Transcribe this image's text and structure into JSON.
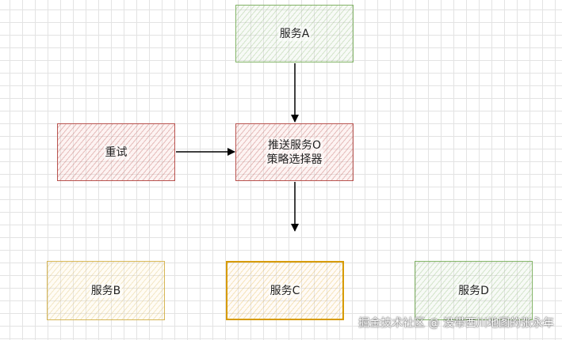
{
  "nodes": {
    "service_a": "服务A",
    "retry": "重试",
    "push_line1": "推送服务O",
    "push_line2": "策略选择器",
    "service_b": "服务B",
    "service_c": "服务C",
    "service_d": "服务D"
  },
  "colors": {
    "green": "#82b366",
    "red": "#b85450",
    "yellow": "#d6b656",
    "gold": "#d79b00",
    "edge": "#000000"
  },
  "watermark": "掘金技术社区 @ 没带西川地图的张永年"
}
